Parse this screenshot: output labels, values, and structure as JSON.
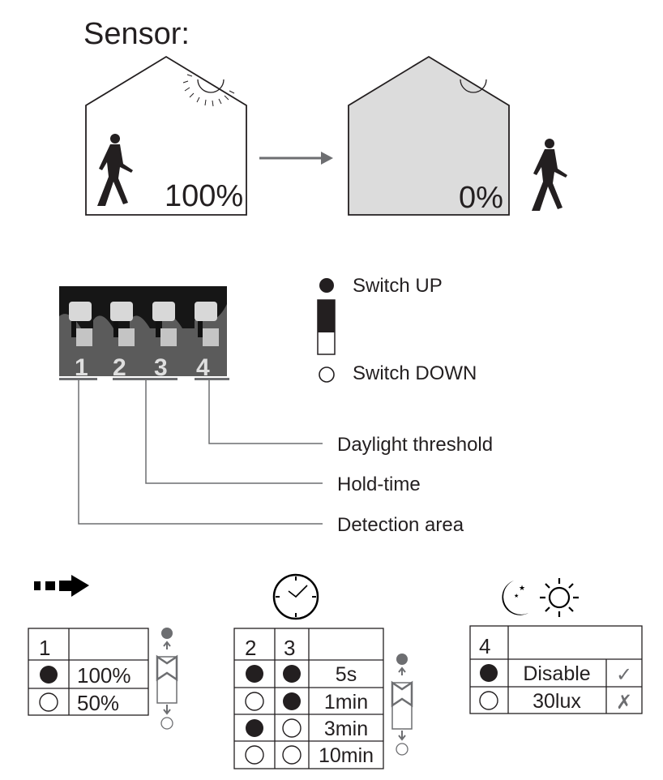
{
  "title": "Sensor:",
  "scene": {
    "before_label": "100%",
    "after_label": "0%",
    "icons": [
      "house-icon",
      "sensor-icon",
      "person-walking-icon",
      "arrow-right-icon"
    ]
  },
  "dip_switch": {
    "numbers": [
      "1",
      "2",
      "3",
      "4"
    ]
  },
  "legend": {
    "up": "Switch UP",
    "down": "Switch DOWN"
  },
  "callouts": {
    "daylight": "Daylight threshold",
    "hold": "Hold-time",
    "detection": "Detection area"
  },
  "table_detection": {
    "header": "1",
    "rows": [
      {
        "state": "up",
        "value": "100%"
      },
      {
        "state": "down",
        "value": "50%"
      }
    ]
  },
  "table_hold": {
    "headers": [
      "2",
      "3"
    ],
    "rows": [
      {
        "s2": "up",
        "s3": "up",
        "value": "5s"
      },
      {
        "s2": "down",
        "s3": "up",
        "value": "1min"
      },
      {
        "s2": "up",
        "s3": "down",
        "value": "3min"
      },
      {
        "s2": "down",
        "s3": "down",
        "value": "10min"
      }
    ]
  },
  "table_daylight": {
    "header": "4",
    "rows": [
      {
        "state": "up",
        "value": "Disable",
        "mark": "✓"
      },
      {
        "state": "down",
        "value": "30lux",
        "mark": "✗"
      }
    ]
  },
  "colors": {
    "ink": "#231f20",
    "gray": "#6d6e71",
    "house_fill": "#dcdcdc"
  }
}
